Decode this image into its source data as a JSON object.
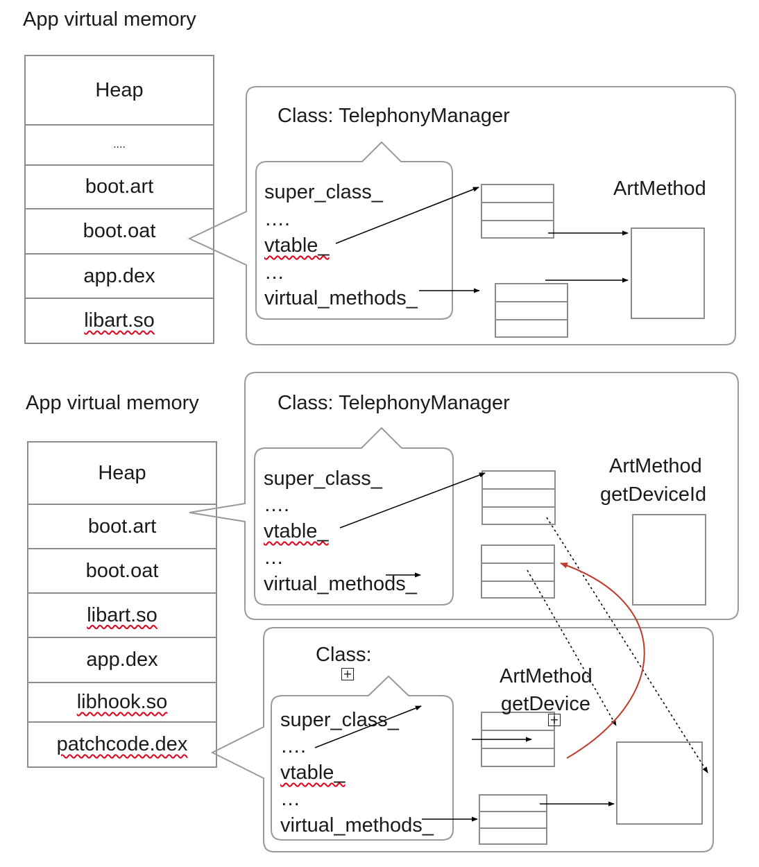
{
  "top": {
    "title": "App virtual memory",
    "memory": [
      "Heap",
      "....",
      "boot.art",
      "boot.oat",
      "app.dex",
      "libart.so"
    ],
    "class_title": "Class: TelephonyManager",
    "fields": [
      "super_class_",
      "….",
      "vtable_",
      "…",
      "virtual_methods_"
    ],
    "artmethod": "ArtMethod"
  },
  "bottom": {
    "title": "App virtual memory",
    "memory": [
      "Heap",
      "boot.art",
      "boot.oat",
      "libart.so",
      "app.dex",
      "libhook.so",
      "patchcode.dex"
    ],
    "class_title": "Class: TelephonyManager",
    "fields": [
      "super_class_",
      "….",
      "vtable_",
      "…",
      "virtual_methods_"
    ],
    "artmethod": [
      "ArtMethod",
      "getDeviceId"
    ],
    "patch_class_title": "Class:",
    "patch_fields": [
      "super_class_",
      "….",
      "vtable_",
      "…",
      "virtual_methods_"
    ],
    "patch_artmethod": [
      "ArtMethod",
      "getDevice"
    ]
  },
  "colors": {
    "line": "#999999",
    "arrow": "#000000",
    "hook": "#c0392b",
    "squiggle": "#e0001b"
  }
}
